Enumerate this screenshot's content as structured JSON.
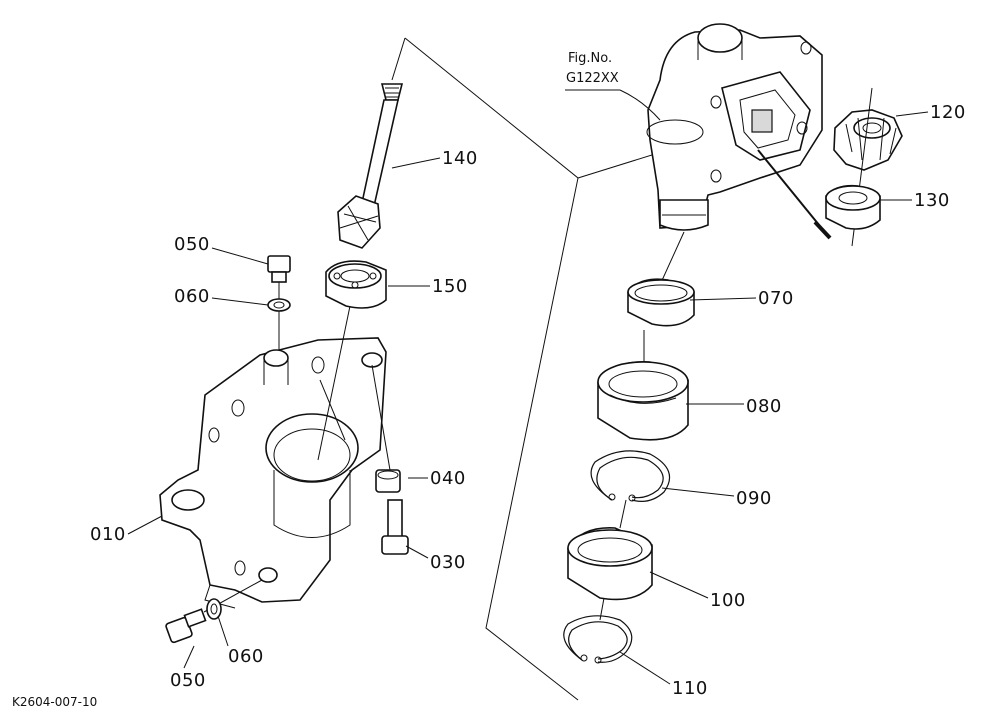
{
  "figure": {
    "fig_label": "Fig.No.",
    "fig_number": "G122XX",
    "drawing_code": "K2604-007-10"
  },
  "callouts": [
    {
      "id": "010",
      "text": "010"
    },
    {
      "id": "030",
      "text": "030"
    },
    {
      "id": "040",
      "text": "040"
    },
    {
      "id": "050a",
      "text": "050"
    },
    {
      "id": "050b",
      "text": "050"
    },
    {
      "id": "060a",
      "text": "060"
    },
    {
      "id": "060b",
      "text": "060"
    },
    {
      "id": "070",
      "text": "070"
    },
    {
      "id": "080",
      "text": "080"
    },
    {
      "id": "090",
      "text": "090"
    },
    {
      "id": "100",
      "text": "100"
    },
    {
      "id": "110",
      "text": "110"
    },
    {
      "id": "120",
      "text": "120"
    },
    {
      "id": "130",
      "text": "130"
    },
    {
      "id": "140",
      "text": "140"
    },
    {
      "id": "150",
      "text": "150"
    }
  ]
}
